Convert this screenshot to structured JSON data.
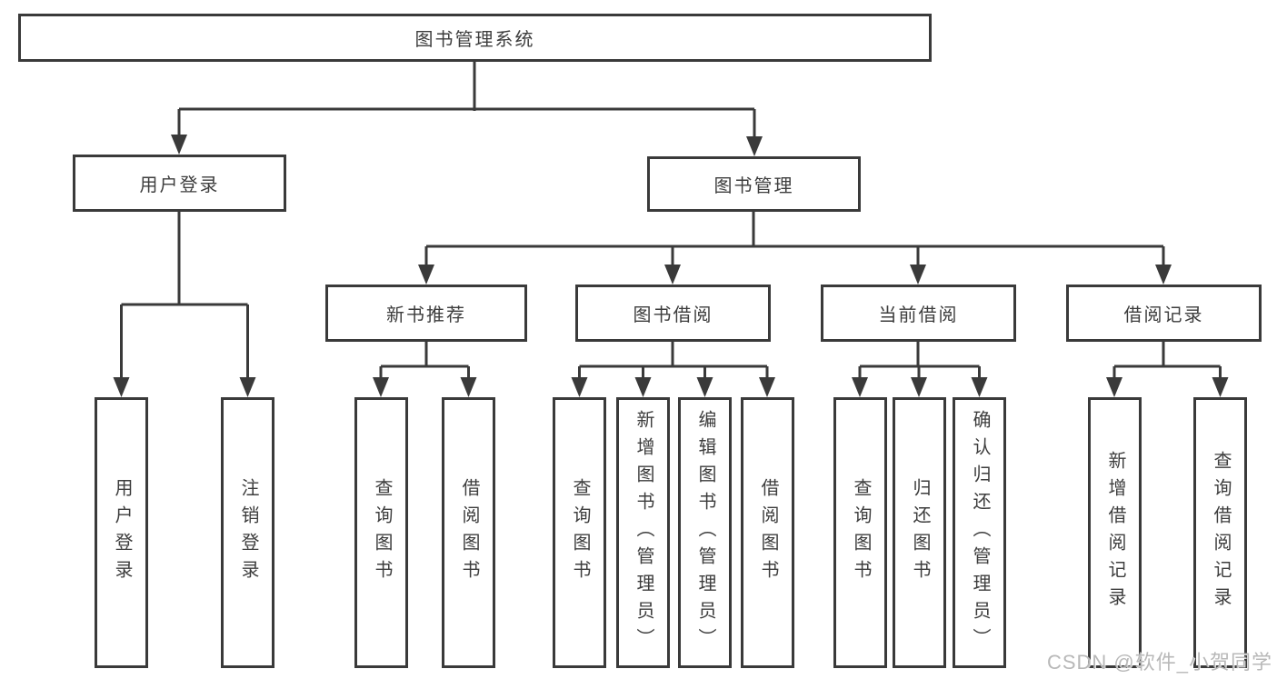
{
  "page": {
    "background": "#ffffff",
    "line_color": "#3a3a3a",
    "text_color": "#3d3d3d"
  },
  "tree": {
    "root": {
      "label": "图书管理系统"
    },
    "branches": [
      {
        "label": "用户登录",
        "children": [
          {
            "label": "用户登录"
          },
          {
            "label": "注销登录"
          }
        ]
      },
      {
        "label": "图书管理",
        "children": [
          {
            "label": "新书推荐",
            "children": [
              {
                "label": "查询图书"
              },
              {
                "label": "借阅图书"
              }
            ]
          },
          {
            "label": "图书借阅",
            "children": [
              {
                "label": "查询图书"
              },
              {
                "label": "新增图书（管理员）"
              },
              {
                "label": "编辑图书（管理员）"
              },
              {
                "label": "借阅图书"
              }
            ]
          },
          {
            "label": "当前借阅",
            "children": [
              {
                "label": "查询图书"
              },
              {
                "label": "归还图书"
              },
              {
                "label": "确认归还（管理员）"
              }
            ]
          },
          {
            "label": "借阅记录",
            "children": [
              {
                "label": "新增借阅记录"
              },
              {
                "label": "查询借阅记录"
              }
            ]
          }
        ]
      }
    ]
  },
  "watermark": {
    "text": "CSDN @软件_小贺同学",
    "color": "#b8b8b8"
  }
}
